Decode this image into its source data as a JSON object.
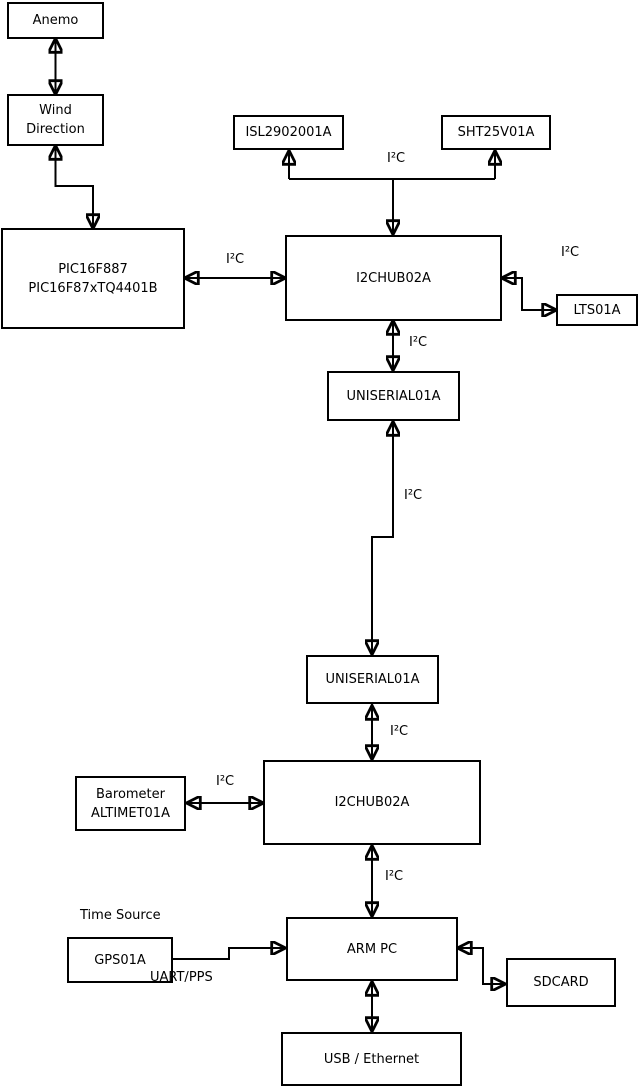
{
  "diagram": {
    "nodes": {
      "anemo": {
        "label": "Anemo"
      },
      "wind_direction": {
        "line1": "Wind",
        "line2": "Direction"
      },
      "pic": {
        "line1": "PIC16F887",
        "line2": "PIC16F87xTQ4401B"
      },
      "isl": {
        "label": "ISL2902001A"
      },
      "sht": {
        "label": "SHT25V01A"
      },
      "i2chub_top": {
        "label": "I2CHUB02A"
      },
      "lts": {
        "label": "LTS01A"
      },
      "uniserial_top": {
        "label": "UNISERIAL01A"
      },
      "uniserial_bottom": {
        "label": "UNISERIAL01A"
      },
      "i2chub_bottom": {
        "label": "I2CHUB02A"
      },
      "barometer": {
        "line1": "Barometer",
        "line2": "ALTIMET01A"
      },
      "gps": {
        "label": "GPS01A"
      },
      "arm_pc": {
        "label": "ARM PC"
      },
      "sdcard": {
        "label": "SDCARD"
      },
      "usb_ethernet": {
        "label": "USB / Ethernet"
      }
    },
    "edge_labels": {
      "bus_top": "I²C",
      "pic_hub": "I²C",
      "hub_lts": "I²C",
      "hub_uniserial": "I²C",
      "uniserial_link": "I²C",
      "uniserial_hub2": "I²C",
      "barometer_hub2": "I²C",
      "hub2_armpc": "I²C",
      "uart_pps": "UART/PPS"
    },
    "annotations": {
      "time_source": "Time Source"
    },
    "colors": {
      "background": "#ffffff",
      "box_fill": "#ffffff",
      "box_border": "#000000",
      "text": "#000000",
      "line": "#000000"
    }
  }
}
